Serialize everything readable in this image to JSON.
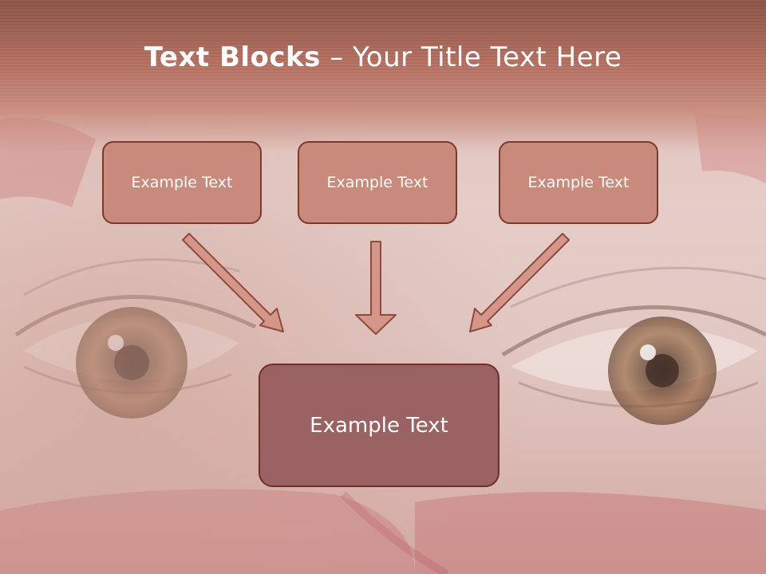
{
  "slide": {
    "title_bold": "Text Blocks",
    "title_separator": " – ",
    "title_rest": "Your Title Text Here",
    "blocks": [
      {
        "text": "Example Text"
      },
      {
        "text": "Example Text"
      },
      {
        "text": "Example Text"
      }
    ],
    "main_block": {
      "text": "Example Text"
    }
  },
  "colors": {
    "header_band": "#b46e5e",
    "block_fill": "#c98a7b",
    "block_border": "#7a3a30",
    "main_block_fill": "#9a6262",
    "arrow_fill": "#d49688",
    "arrow_stroke": "#8e4a3e",
    "iris": "#8a5a3a"
  },
  "icons": {
    "arrow_left": "arrow-down-right-icon",
    "arrow_center": "arrow-down-icon",
    "arrow_right": "arrow-down-left-icon"
  }
}
